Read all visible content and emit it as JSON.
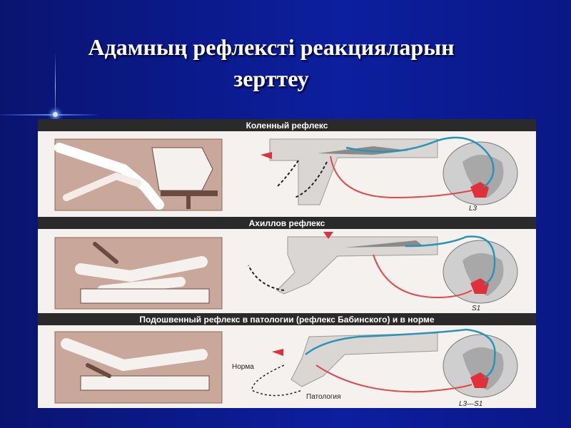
{
  "slide": {
    "title_line1": "Адамның рефлексті реакцияларын",
    "title_line2": "зерттеу"
  },
  "figure": {
    "panels": [
      {
        "heading": "Коленный рефлекс",
        "segment_label": "L3"
      },
      {
        "heading": "Ахиллов рефлекс",
        "segment_label": "S1"
      },
      {
        "heading": "Подошвенный рефлекс в патологии (рефлекс Бабинского) и в норме",
        "segment_label": "L3—S1"
      }
    ],
    "label_norm": "Норма",
    "label_pathology": "Патология"
  },
  "colors": {
    "background": "#0b1a8c",
    "band": "#2a2a2a",
    "panel_photo": "#c9a79b",
    "sensory_nerve": "#2a93b8",
    "motor_nerve": "#e04848",
    "stimulus_marker": "#e0303a"
  }
}
